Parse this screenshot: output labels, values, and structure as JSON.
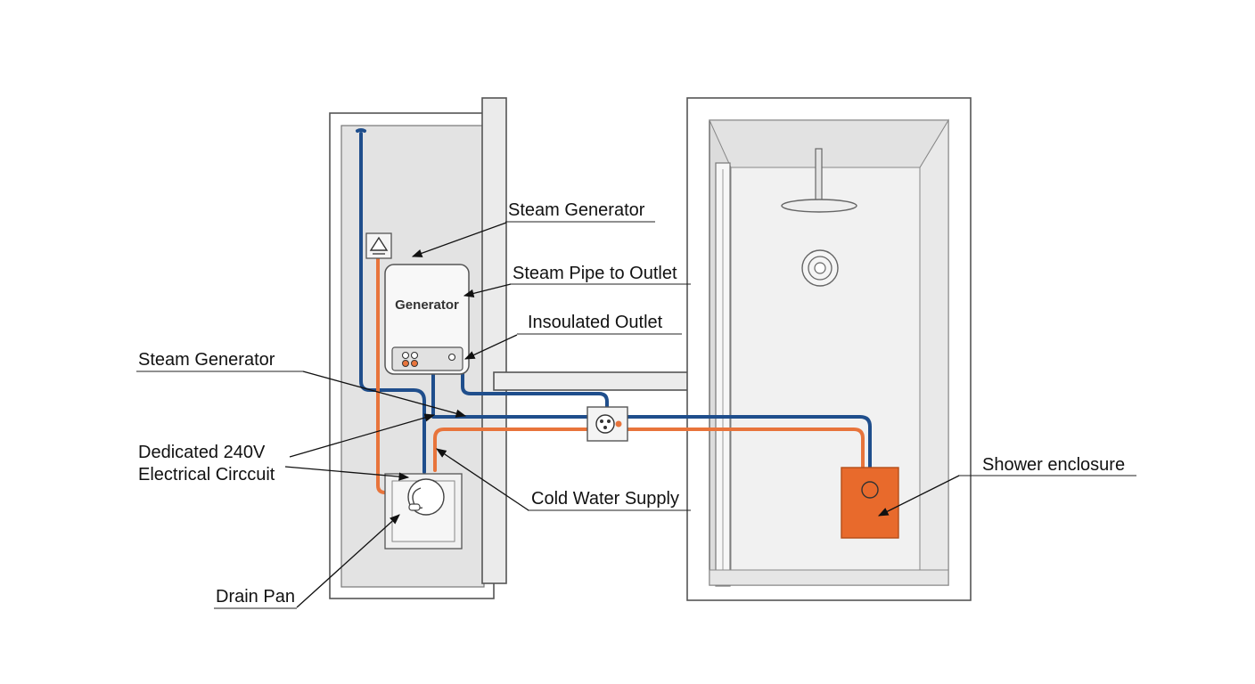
{
  "labels": {
    "steam_generator_top": "Steam Generator",
    "steam_pipe": "Steam Pipe to Outlet",
    "outlet": "Insoulated Outlet",
    "steam_generator_left": "Steam Generator",
    "circuit_line1": "Dedicated 240V",
    "circuit_line2": "Electrical Circcuit",
    "cold_water": "Cold Water Supply",
    "drain_pan": "Drain Pan",
    "shower": "Shower enclosure"
  },
  "unit": {
    "label": "Generator"
  },
  "colors": {
    "wall_fill": "#e6e6e6",
    "wall_edge": "#555555",
    "cold_pipe": "#1f4e8c",
    "hot_pipe": "#e8743b",
    "outlet_plate": "#e86a2c",
    "text": "#111111"
  },
  "icons": [
    "warning-triangle-icon",
    "control-knob-icon",
    "junction-box-icon",
    "shower-head-icon",
    "valve-icon",
    "drain-icon"
  ]
}
